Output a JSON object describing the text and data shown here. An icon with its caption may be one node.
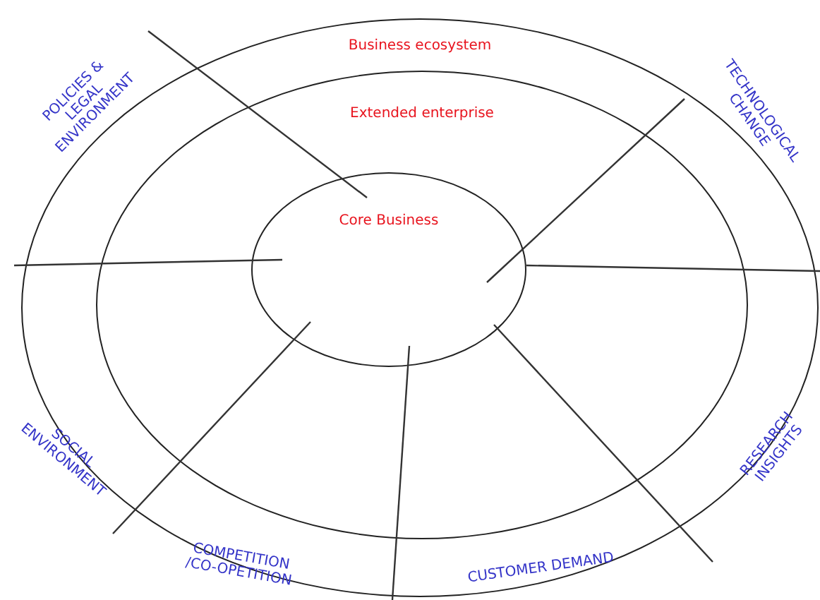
{
  "diagram": {
    "nodes": [
      {
        "text": [
          "Business ecosystem"
        ]
      },
      {
        "text": [
          "Extended enterprise"
        ],
        "in": 0
      },
      {
        "text": [
          "Core Business"
        ],
        "in": 1
      }
    ],
    "edges": [],
    "labels": [
      "POLICIES & LEGAL ENVIRONMENT",
      "TECHNOLOGICAL CHANGE",
      "SOCIAL ENVIRONMENT",
      "RESEARCH INSIGHTS",
      "COMPETITION /CO-OPETITION",
      "CUSTOMER DEMAND"
    ]
  }
}
